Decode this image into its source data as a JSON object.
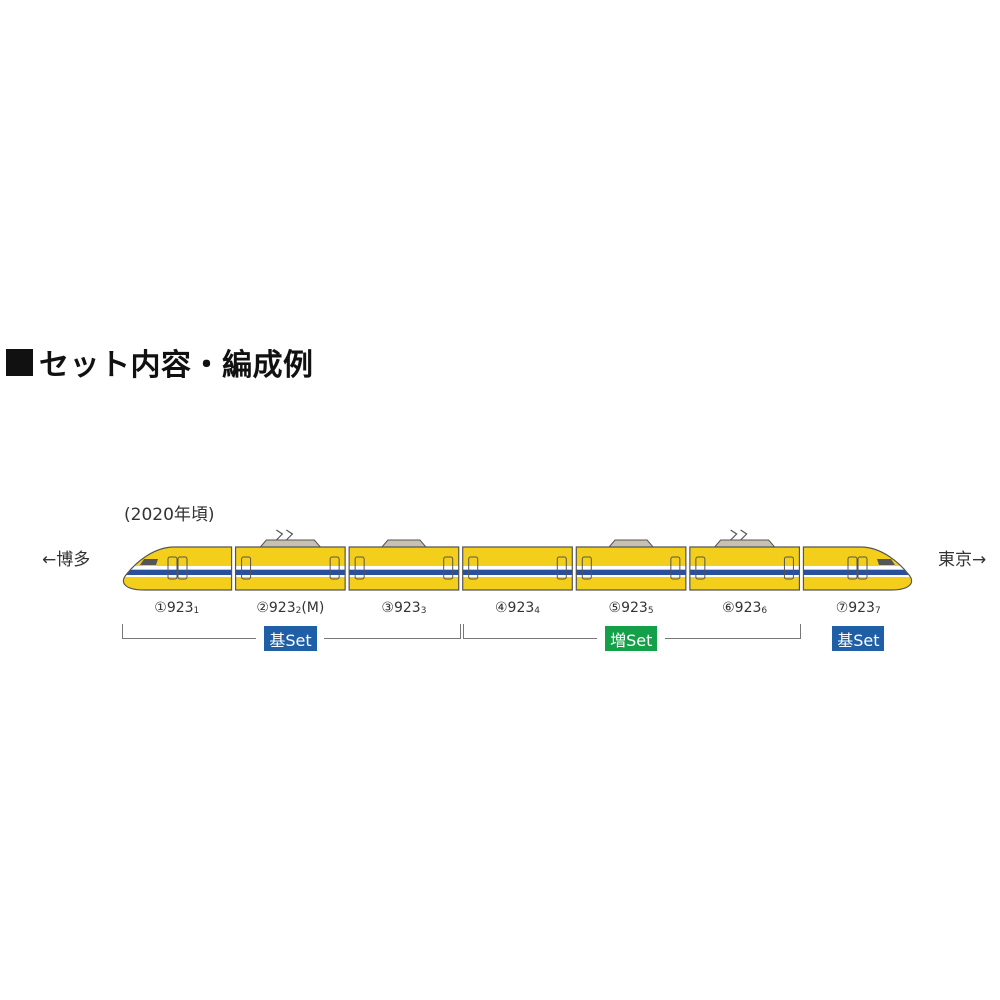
{
  "heading": {
    "title": "セット内容・編成例"
  },
  "era_note": "(2020年頃)",
  "direction": {
    "left": "←博多",
    "right": "東京→"
  },
  "colors": {
    "body": "#f3cf1c",
    "stripe_blue": "#2a4f9c",
    "stripe_white": "#ffffff",
    "outline": "#555555",
    "roof_equipment": "#c8c1b2",
    "base_set": "#1f5fa6",
    "add_set": "#14a049"
  },
  "cars": [
    {
      "num": "①",
      "base": "923",
      "sub": "1",
      "suffix": "",
      "type": "cab-left"
    },
    {
      "num": "②",
      "base": "923",
      "sub": "2",
      "suffix": "(M)",
      "type": "pantograph"
    },
    {
      "num": "③",
      "base": "923",
      "sub": "3",
      "suffix": "",
      "type": "cover"
    },
    {
      "num": "④",
      "base": "923",
      "sub": "4",
      "suffix": "",
      "type": "plain"
    },
    {
      "num": "⑤",
      "base": "923",
      "sub": "5",
      "suffix": "",
      "type": "cover"
    },
    {
      "num": "⑥",
      "base": "923",
      "sub": "6",
      "suffix": "",
      "type": "pantograph"
    },
    {
      "num": "⑦",
      "base": "923",
      "sub": "7",
      "suffix": "",
      "type": "cab-right"
    }
  ],
  "sets": [
    {
      "label": "基Set",
      "kind": "base",
      "cars": [
        1,
        3
      ]
    },
    {
      "label": "増Set",
      "kind": "add",
      "cars": [
        4,
        6
      ]
    },
    {
      "label": "基Set",
      "kind": "base",
      "cars": [
        7,
        7
      ]
    }
  ]
}
